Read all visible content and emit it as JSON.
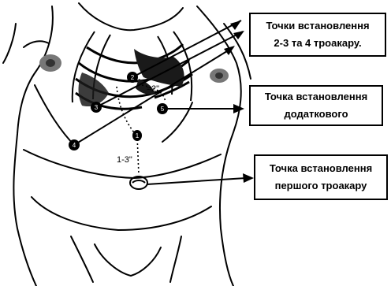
{
  "callouts": {
    "top": {
      "line1": "Точки встановлення",
      "line2": "2-3 та 4 троакару."
    },
    "middle": {
      "line1": "Точка встановлення",
      "line2": "додаткового"
    },
    "bottom": {
      "line1": "Точка встановлення",
      "line2": "першого троакару"
    }
  },
  "distance_labels": {
    "costal": "≈2\"",
    "umbilical": "1-3\""
  },
  "port_numbers": {
    "p1": "1",
    "p2": "2",
    "p3": "3",
    "p4": "4",
    "p5": "5"
  }
}
